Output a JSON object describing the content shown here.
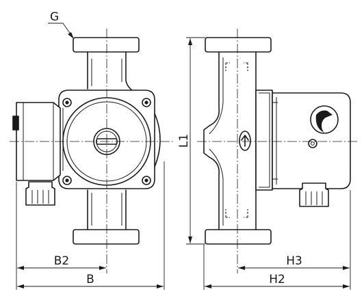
{
  "labels": {
    "G": "G",
    "L1": "L1",
    "B2": "B2",
    "B": "B",
    "H3": "H3",
    "H2": "H2"
  }
}
